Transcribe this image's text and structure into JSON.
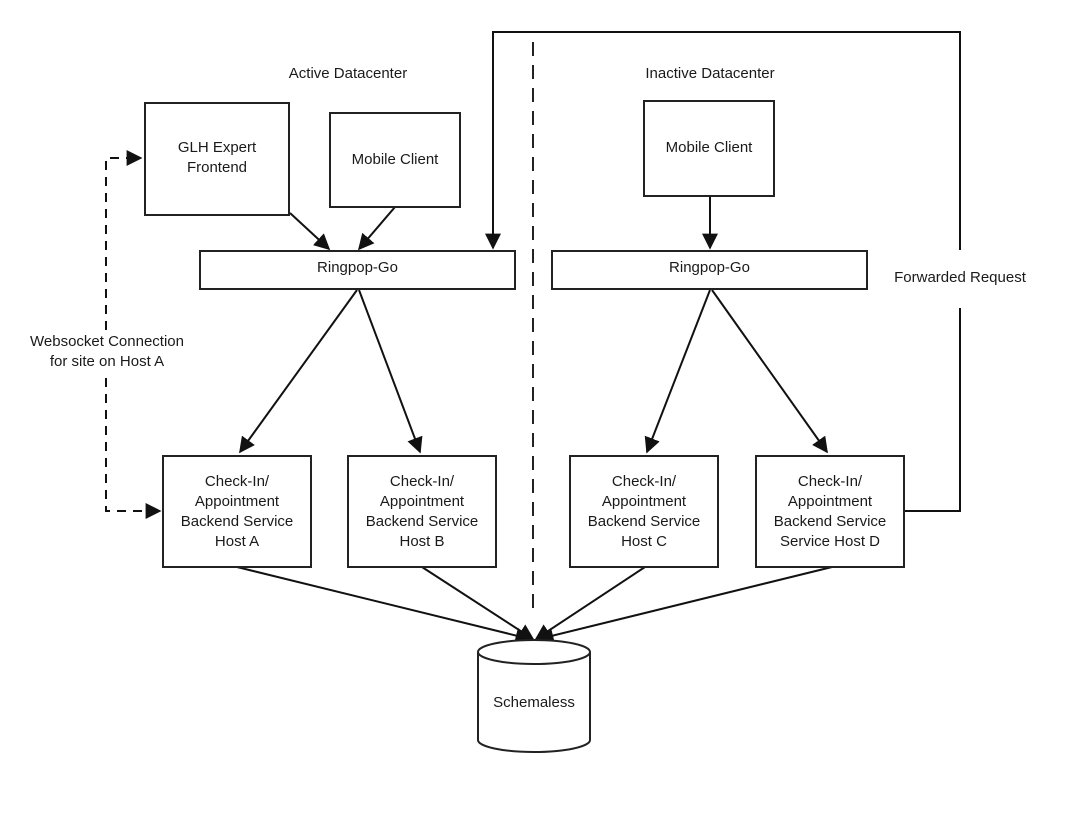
{
  "regions": {
    "active": "Active Datacenter",
    "inactive": "Inactive Datacenter"
  },
  "nodes": {
    "glh_frontend": "GLH Expert\nFrontend",
    "mobile_client_active": "Mobile Client",
    "mobile_client_inactive": "Mobile Client",
    "ringpop_active": "Ringpop-Go",
    "ringpop_inactive": "Ringpop-Go",
    "host_a": "Check-In/\nAppointment\nBackend Service\nHost A",
    "host_b": "Check-In/\nAppointment\nBackend Service\nHost B",
    "host_c": "Check-In/\nAppointment\nBackend Service\nHost C",
    "host_d": "Check-In/\nAppointment\nBackend Service\nService Host D",
    "schemaless": "Schemaless"
  },
  "edge_labels": {
    "websocket": "Websocket Connection\nfor site on Host A",
    "forwarded": "Forwarded Request"
  }
}
